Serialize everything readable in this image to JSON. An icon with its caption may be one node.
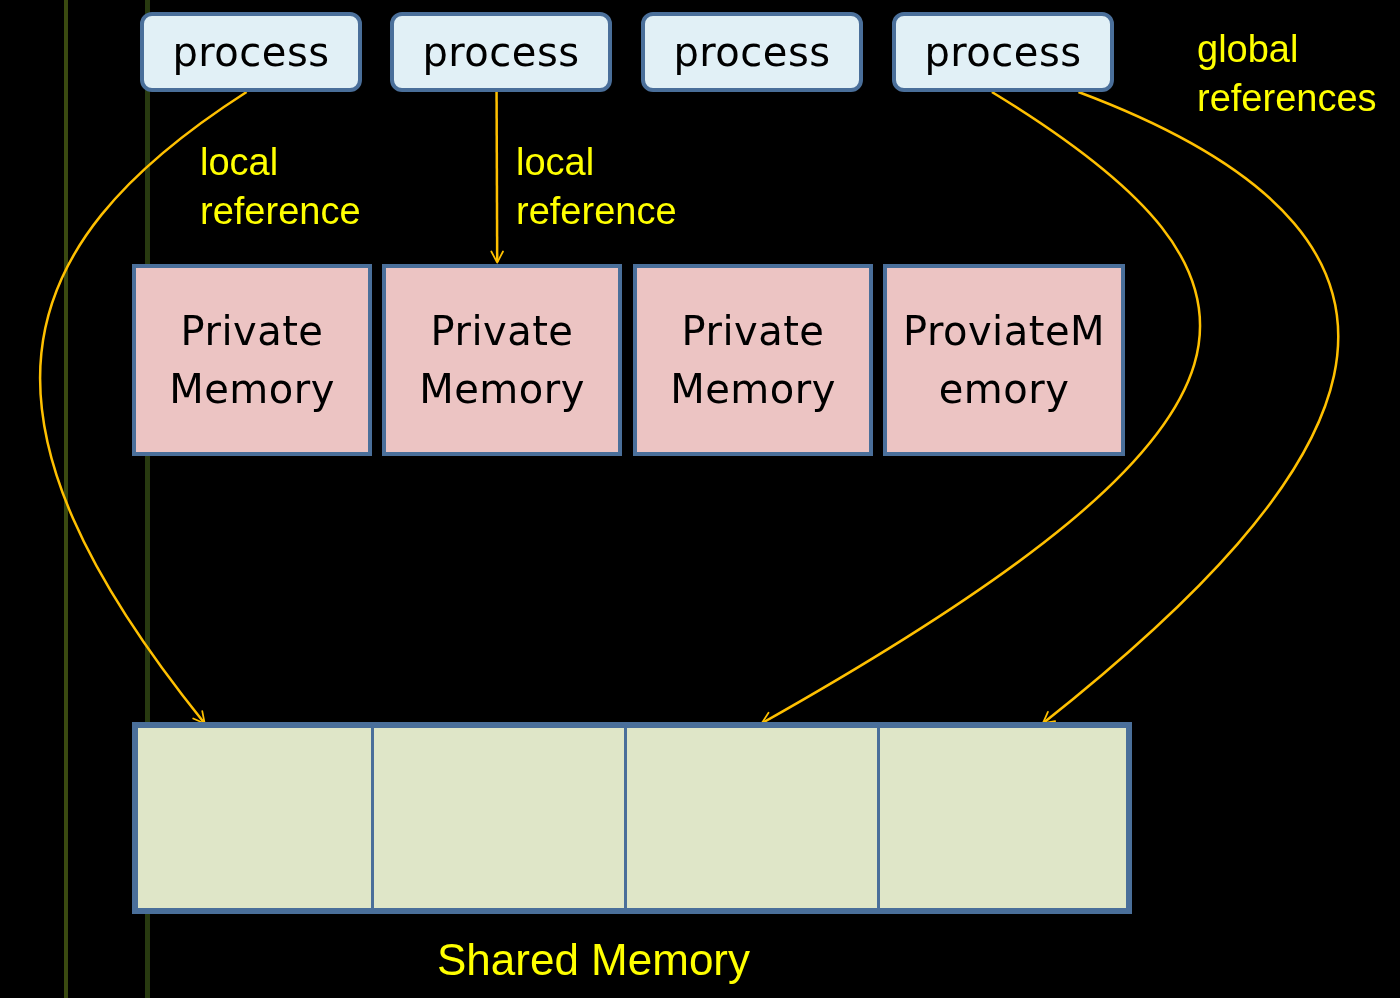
{
  "diagram": {
    "nodes": [
      {
        "text": [
          "process"
        ]
      },
      {
        "text": [
          "process"
        ]
      },
      {
        "text": [
          "process"
        ]
      },
      {
        "text": [
          "process"
        ]
      },
      {
        "text": [
          "Private Memory"
        ]
      },
      {
        "text": [
          "Private Memory"
        ]
      },
      {
        "text": [
          "Private Memory"
        ]
      },
      {
        "text": [
          "ProviateM emory"
        ]
      },
      {
        "text": [],
        "shape": "box",
        "beside": [
          "Shared Memory"
        ]
      },
      {
        "text": [],
        "shape": "box",
        "in": 8
      },
      {
        "text": [],
        "shape": "box",
        "in": 8
      },
      {
        "text": [],
        "shape": "box",
        "in": 8
      },
      {
        "text": [],
        "shape": "box",
        "in": 8
      }
    ],
    "edges": [
      {
        "from": 0,
        "to": 9,
        "arrow": "to",
        "label": "local reference"
      },
      {
        "from": 1,
        "to": 5,
        "arrow": "to",
        "label": "local reference"
      },
      {
        "from": 3,
        "to": 11,
        "arrow": "to"
      },
      {
        "from": 3,
        "to": 12,
        "arrow": "to"
      }
    ],
    "labels": [
      "global references"
    ]
  }
}
